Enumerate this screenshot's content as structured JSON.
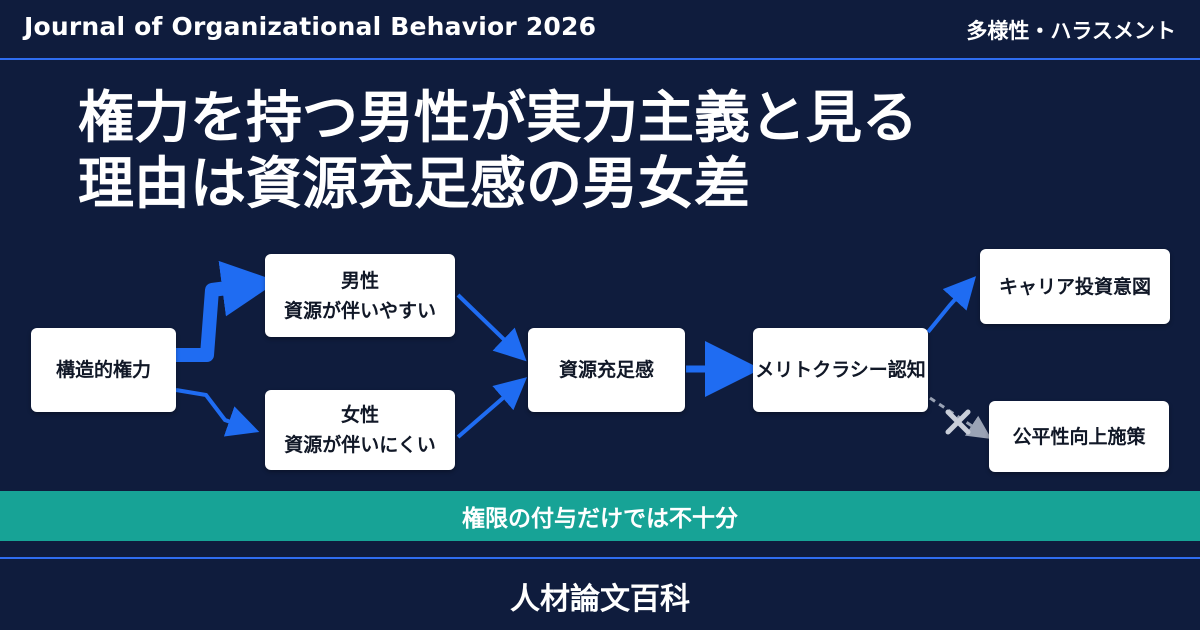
{
  "header": {
    "journal": "Journal of Organizational Behavior 2026",
    "category": "多様性・ハラスメント"
  },
  "title": {
    "line1": "権力を持つ男性が実力主義と見る",
    "line2": "理由は資源充足感の男女差"
  },
  "diagram": {
    "nodes": {
      "structural_power": "構造的権力",
      "male_gender": "男性",
      "male_resource": "資源が伴いやすい",
      "female_gender": "女性",
      "female_resource": "資源が伴いにくい",
      "resource_sufficiency": "資源充足感",
      "meritocracy": "メリトクラシー認知",
      "career_investment": "キャリア投資意図",
      "fairness_policy": "公平性向上施策"
    },
    "colors": {
      "arrow": "#1f6cf2",
      "blocked": "#9aa3b5"
    }
  },
  "banner": "権限の付与だけでは不十分",
  "footer": "人材論文百科"
}
